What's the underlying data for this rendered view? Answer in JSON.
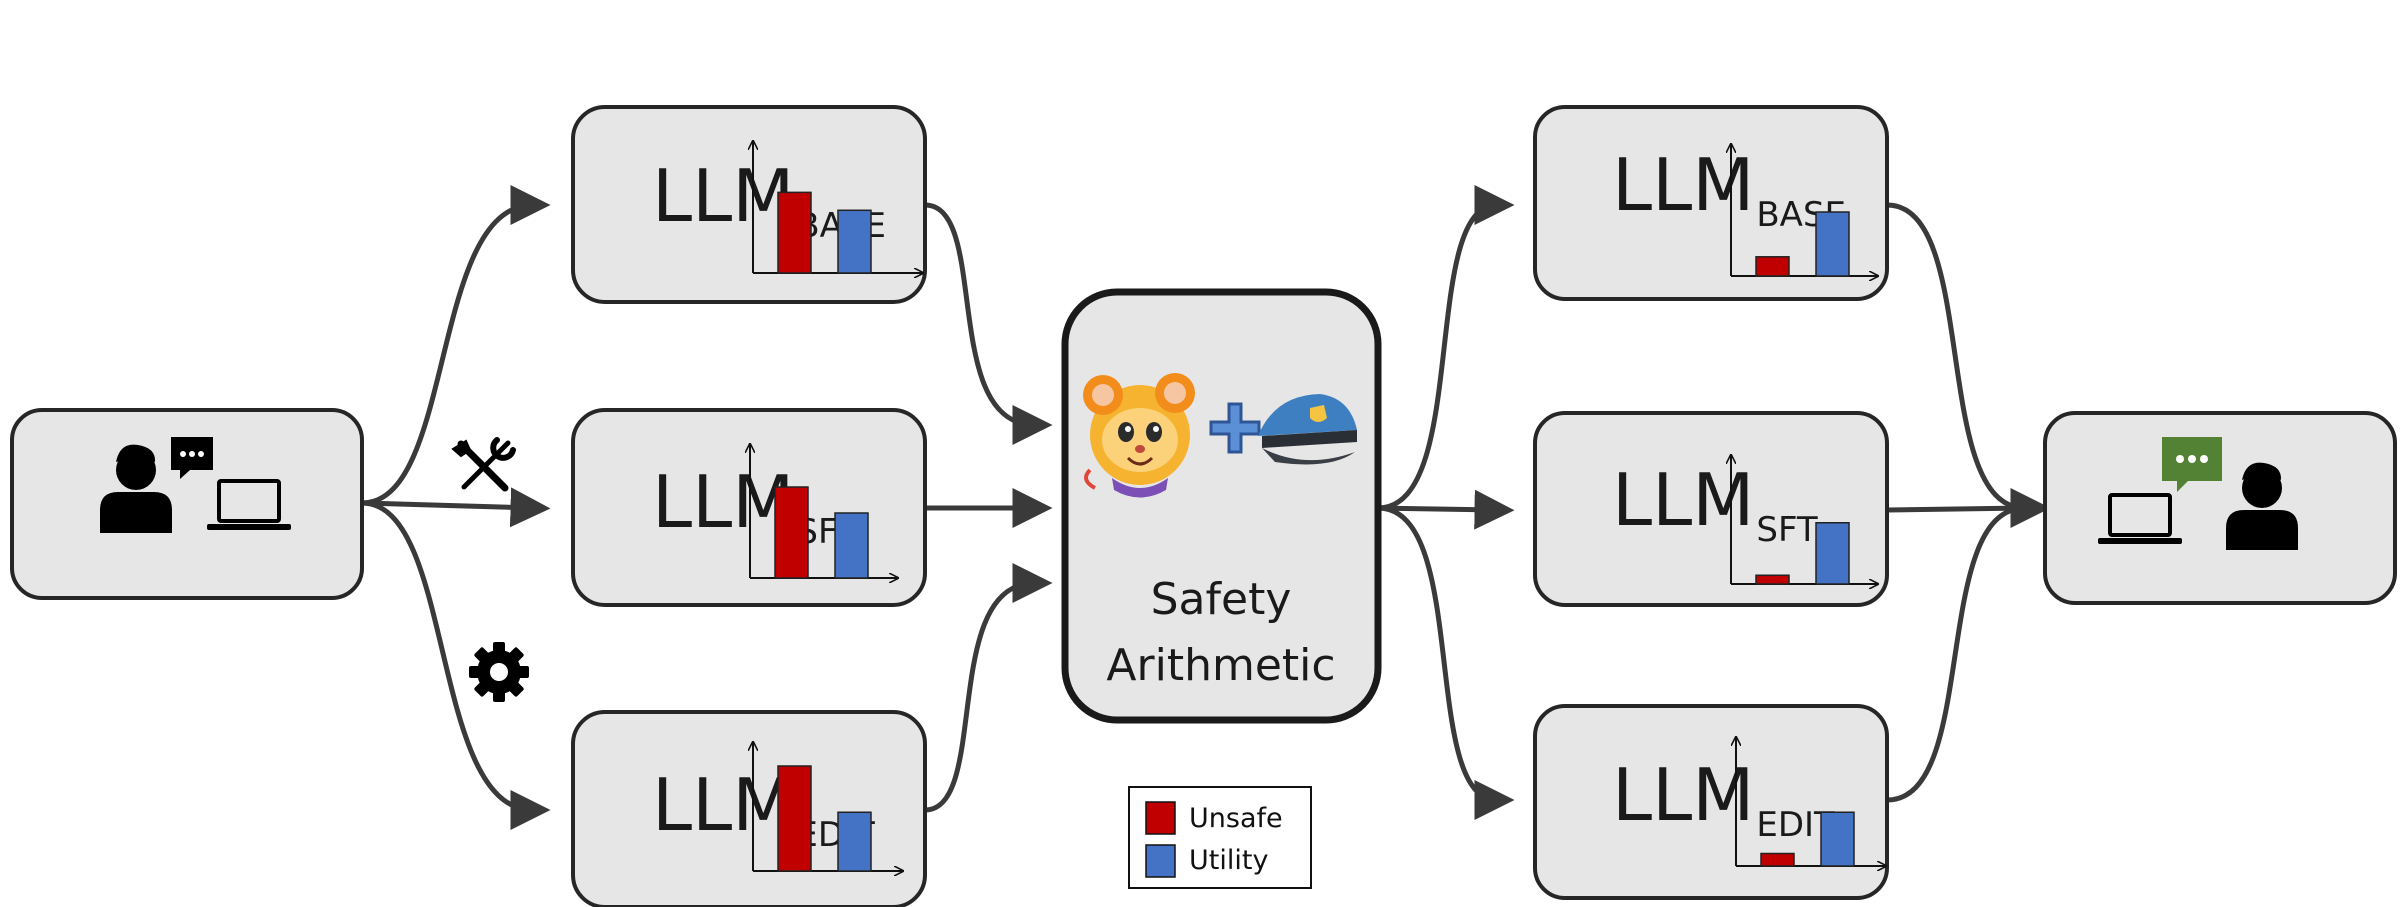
{
  "colors": {
    "unsafe": "#c00000",
    "utility": "#4472c4",
    "box_fill": "#e6e6e6",
    "chat_bubble_right": "#548235"
  },
  "left_models": [
    {
      "main": "LLM",
      "sub": "BASE",
      "unsafe": 0.63,
      "utility": 0.49
    },
    {
      "main": "LLM",
      "sub": "SFT",
      "unsafe": 0.7,
      "utility": 0.5
    },
    {
      "main": "LLM",
      "sub": "EDIT",
      "unsafe": 0.84,
      "utility": 0.47
    }
  ],
  "right_models": [
    {
      "main": "LLM",
      "sub": "BASE",
      "unsafe": 0.15,
      "utility": 0.5
    },
    {
      "main": "LLM",
      "sub": "SFT",
      "unsafe": 0.07,
      "utility": 0.49
    },
    {
      "main": "LLM",
      "sub": "EDIT",
      "unsafe": 0.1,
      "utility": 0.43
    }
  ],
  "center": {
    "line1": "Safety",
    "line2": "Arithmetic"
  },
  "legend": {
    "unsafe": "Unsafe",
    "utility": "Utility"
  },
  "icons": {
    "input": [
      "person-icon",
      "chat-bubble-icon",
      "laptop-icon"
    ],
    "finetune": "tools-icon",
    "edit": "gear-icon",
    "center": [
      "mascot-icon",
      "plus-icon",
      "police-cap-icon"
    ],
    "output": [
      "laptop-icon",
      "chat-bubble-icon",
      "person-icon"
    ]
  }
}
